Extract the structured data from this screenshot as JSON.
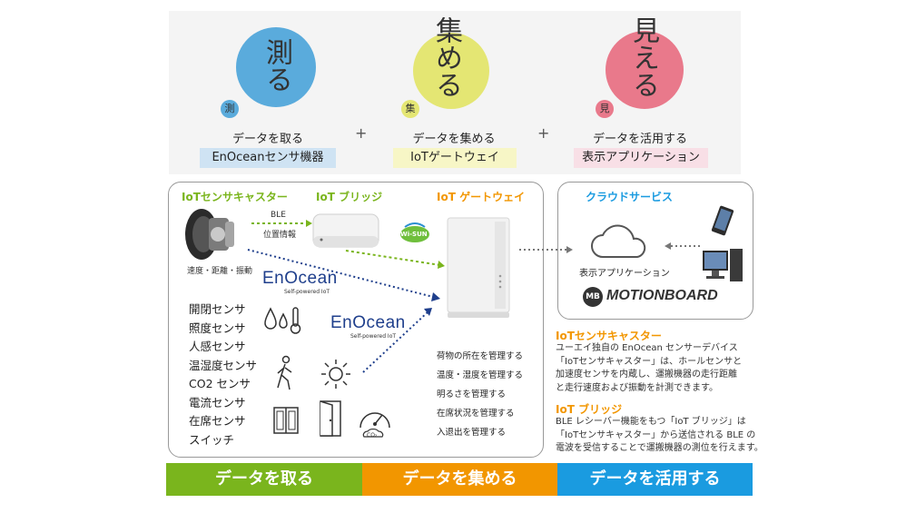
{
  "steps": [
    {
      "big": "測る",
      "badge": "測",
      "caption": "データを取る",
      "tag": "EnOceanセンサ機器",
      "circle": "#5aabdc",
      "tagbg": "#cfe3f3"
    },
    {
      "big": "集める",
      "badge": "集",
      "caption": "データを集める",
      "tag": "IoTゲートウェイ",
      "circle": "#e4e673",
      "tagbg": "#f7f6c6"
    },
    {
      "big": "見える",
      "badge": "見",
      "caption": "データを活用する",
      "tag": "表示アプリケーション",
      "circle": "#e9798b",
      "tagbg": "#f8dfe6"
    }
  ],
  "plus": "+",
  "section": {
    "caster_title": "IoTセンサキャスター",
    "bridge_title": "IoT ブリッジ",
    "gateway_title": "IoT ゲートウェイ",
    "cloud_title": "クラウドサービス",
    "ble": "BLE",
    "ble_sub": "位置情報",
    "wheel_caption": "速度・距離・振動",
    "wisun": "Wi-SUN",
    "enocean_brand": "EnOcean",
    "enocean_tagline": "Self-powered IoT",
    "cloud_app": "表示アプリケーション",
    "motionboard": "MOTIONBOARD",
    "mb_badge": "MB"
  },
  "sensors": [
    "開閉センサ",
    "照度センサ",
    "人感センサ",
    "温湿度センサ",
    "CO2 センサ",
    "電流センサ",
    "在席センサ",
    "スイッチ"
  ],
  "manage": [
    "荷物の所在を管理する",
    "温度・湿度を管理する",
    "明るさを管理する",
    "在席状況を管理する",
    "入退出を管理する"
  ],
  "co2": "CO₂",
  "desc": {
    "caster_title": "IoTセンサキャスター",
    "caster_lines": [
      "ユーエイ独自の EnOcean センサーデバイス",
      "「IoTセンサキャスター」は、ホールセンサと",
      "加速度センサを内蔵し、運搬機器の走行距離",
      "と走行速度および振動を計測できます。"
    ],
    "bridge_title": "IoT ブリッジ",
    "bridge_lines": [
      "BLE レシーバー機能をもつ「IoT ブリッジ」は",
      "「IoTセンサキャスター」から送信される BLE の",
      "電波を受信することで運搬機器の測位を行えます。"
    ]
  },
  "footer": [
    {
      "label": "データを取る",
      "color": "#7ab51d"
    },
    {
      "label": "データを集める",
      "color": "#f29600"
    },
    {
      "label": "データを活用する",
      "color": "#1a9be0"
    }
  ]
}
